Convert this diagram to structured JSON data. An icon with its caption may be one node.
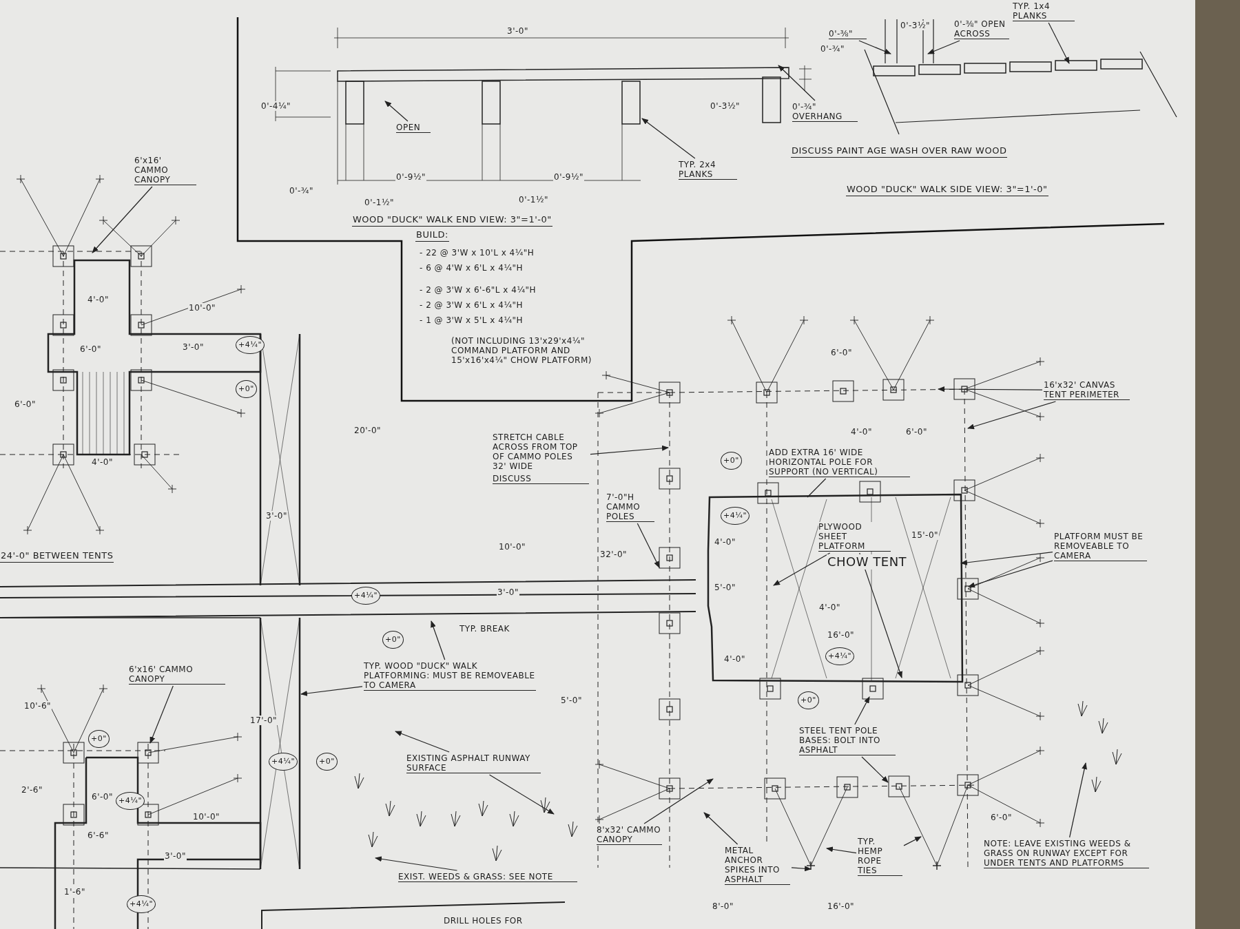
{
  "diagram": {
    "nodes": [
      {
        "text": [
          "OPEN"
        ]
      },
      {
        "text": [
          "TYP. 2x4 PLANKS"
        ]
      },
      {
        "text": [
          "0'-⅜\""
        ]
      },
      {
        "text": [
          "0'-⅜\" OPEN ACROSS"
        ]
      },
      {
        "text": [
          "TYP. 1x4 PLANKS"
        ]
      },
      {
        "text": [
          "0'-¾\" OVERHANG"
        ]
      },
      {
        "text": [
          "6'x16' CAMMO CANOPY"
        ]
      },
      {
        "text": [
          "STRETCH CABLE ACROSS FROM TOP OF CAMMO POLES 32' WIDE",
          "DISCUSS"
        ]
      },
      {
        "text": [
          "ADD EXTRA 16' WIDE HORIZONTAL POLE FOR SUPPORT (NO VERTICAL)"
        ]
      },
      {
        "text": [
          "16'x32' CANVAS TENT PERIMETER"
        ]
      },
      {
        "text": [
          "7'-0\"H CAMMO POLES"
        ]
      },
      {
        "text": [
          "PLYWOOD SHEET PLATFORM"
        ]
      },
      {
        "text": [
          "PLATFORM MUST BE REMOVEABLE TO CAMERA"
        ]
      },
      {
        "text": [
          "TYP. WOOD \"DUCK\" WALK PLATFORMING: MUST BE REMOVEABLE TO CAMERA"
        ]
      },
      {
        "text": [
          "6'x16' CAMMO CANOPY"
        ]
      },
      {
        "text": [
          "EXISTING ASPHALT RUNWAY SURFACE"
        ]
      },
      {
        "text": [
          "STEEL TENT POLE BASES: BOLT INTO ASPHALT"
        ]
      },
      {
        "text": [
          "8'x32' CAMMO CANOPY"
        ]
      },
      {
        "text": [
          "METAL ANCHOR SPIKES INTO ASPHALT"
        ]
      },
      {
        "text": [
          "TYP. HEMP ROPE TIES"
        ]
      },
      {
        "text": [
          "NOTE: LEAVE EXISTING WEEDS & GRASS ON RUNWAY EXCEPT FOR UNDER TENTS AND PLATFORMS"
        ]
      },
      {
        "text": [
          "EXIST. WEEDS & GRASS: SEE NOTE"
        ]
      }
    ],
    "edges": [
      {
        "from": 0,
        "to": null,
        "arrow": "to"
      },
      {
        "from": 1,
        "to": null,
        "arrow": "to"
      },
      {
        "from": 2,
        "to": null,
        "arrow": "to"
      },
      {
        "from": 3,
        "to": null,
        "arrow": "to"
      },
      {
        "from": 4,
        "to": null,
        "arrow": "to"
      },
      {
        "from": 5,
        "to": null,
        "arrow": "to"
      },
      {
        "from": 6,
        "to": null,
        "arrow": "to"
      },
      {
        "from": 7,
        "to": null,
        "arrow": "to"
      },
      {
        "from": 8,
        "to": null,
        "arrow": "none"
      },
      {
        "from": 9,
        "to": null,
        "arrow": "to"
      },
      {
        "from": 9,
        "to": null,
        "arrow": "to"
      },
      {
        "from": 10,
        "to": null,
        "arrow": "to"
      },
      {
        "from": 11,
        "to": null,
        "arrow": "to"
      },
      {
        "from": 11,
        "to": null,
        "arrow": "to"
      },
      {
        "from": 12,
        "to": null,
        "arrow": "to"
      },
      {
        "from": 12,
        "to": null,
        "arrow": "to"
      },
      {
        "from": 13,
        "to": null,
        "arrow": "to"
      },
      {
        "from": 13,
        "to": null,
        "arrow": "to"
      },
      {
        "from": 14,
        "to": null,
        "arrow": "to"
      },
      {
        "from": 15,
        "to": null,
        "arrow": "to"
      },
      {
        "from": 15,
        "to": null,
        "arrow": "to"
      },
      {
        "from": 16,
        "to": null,
        "arrow": "to"
      },
      {
        "from": 16,
        "to": null,
        "arrow": "to"
      },
      {
        "from": 17,
        "to": null,
        "arrow": "to"
      },
      {
        "from": 18,
        "to": null,
        "arrow": "to"
      },
      {
        "from": 18,
        "to": null,
        "arrow": "to"
      },
      {
        "from": 19,
        "to": null,
        "arrow": "to"
      },
      {
        "from": 19,
        "to": null,
        "arrow": "to"
      },
      {
        "from": 20,
        "to": null,
        "arrow": "to"
      },
      {
        "from": 21,
        "to": null,
        "arrow": "to"
      }
    ],
    "labels": [
      "3'-0\"",
      "0'-4¼\"",
      "0'-3½\"",
      "0'-9½\"",
      "0'-9½\"",
      "0'-¾\"",
      "0'-1½\"",
      "0'-1½\"",
      "WOOD \"DUCK\" WALK END VIEW: 3\"=1'-0\"",
      "0'-3½\"",
      "0'-¾\"",
      "DISCUSS PAINT AGE WASH OVER RAW WOOD",
      "WOOD \"DUCK\" WALK SIDE VIEW: 3\"=1'-0\"",
      "BUILD:",
      "- 22 @ 3'W x 10'L x 4¼\"H",
      "- 6 @ 4'W x 6'L x 4¼\"H",
      "- 2 @ 3'W x 6'-6\"L x 4¼\"H",
      "- 2 @ 3'W x 6'L x 4¼\"H",
      "- 1 @ 3'W x 5'L x 4¼\"H",
      "(NOT INCLUDING 13'x29'x4¼\" COMMAND PLATFORM AND 15'x16'x4¼\" CHOW PLATFORM)",
      "4'-0\"",
      "10'-0\"",
      "6'-0\"",
      "3'-0\"",
      "+4¼\"",
      "+0\"",
      "6'-0\"",
      "20'-0\"",
      "4'-0\"",
      "3'-0\"",
      "24'-0\" BETWEEN TENTS",
      "10'-0\"",
      "32'-0\"",
      "+4¼\"",
      "3'-0\"",
      "TYP. BREAK",
      "+0\"",
      "5'-0\"",
      "10'-6\"",
      "17'-0\"",
      "+0\"",
      "+4¼\"",
      "+0\"",
      "2'-6\"",
      "6'-0\"",
      "+4¼\"",
      "10'-0\"",
      "6'-6\"",
      "3'-0\"",
      "1'-6\"",
      "+4¼\"",
      "DRILL HOLES FOR",
      "6'-0\"",
      "4'-0\"",
      "6'-0\"",
      "+0\"",
      "+4¼\"",
      "4'-0\"",
      "CHOW TENT",
      "15'-0\"",
      "5'-0\"",
      "4'-0\"",
      "16'-0\"",
      "4'-0\"",
      "+4¼\"",
      "+0\"",
      "6'-0\"",
      "8'-0\"",
      "16'-0\""
    ]
  }
}
